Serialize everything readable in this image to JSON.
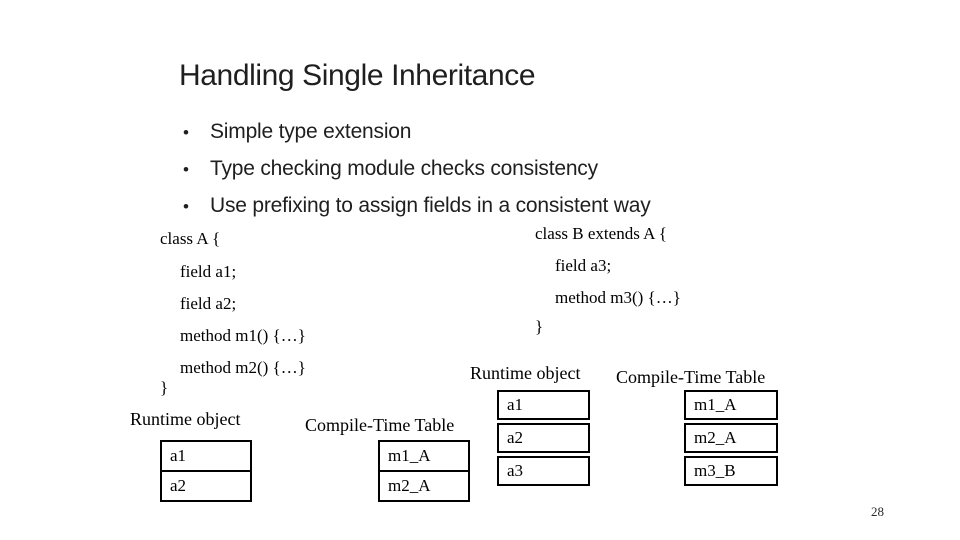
{
  "title": "Handling Single Inheritance",
  "bullets": [
    "Simple type extension",
    "Type checking module checks consistency",
    "Use prefixing to assign fields in a consistent way"
  ],
  "bullet_glyph": "•",
  "class_a": {
    "lines": [
      "class A {",
      "field a1;",
      "field a2;",
      "method m1() {…}",
      "method m2() {…}",
      "}"
    ]
  },
  "class_b": {
    "lines": [
      "class B extends A {",
      "field a3;",
      "method m3() {…}",
      "}"
    ]
  },
  "diagram_a": {
    "runtime_label": "Runtime object",
    "compile_label": "Compile-Time Table",
    "runtime_rows": [
      "a1",
      "a2"
    ],
    "compile_rows": [
      "m1_A",
      "m2_A"
    ]
  },
  "diagram_b": {
    "runtime_label": "Runtime object",
    "compile_label": "Compile-Time Table",
    "runtime_rows": [
      "a1",
      "a2",
      "a3"
    ],
    "compile_rows": [
      "m1_A",
      "m2_A",
      "m3_B"
    ]
  },
  "page_number": "28",
  "colors": {
    "background": "#ffffff",
    "title_text": "#1f1f1f",
    "body_text": "#000000",
    "table_border": "#000000"
  }
}
